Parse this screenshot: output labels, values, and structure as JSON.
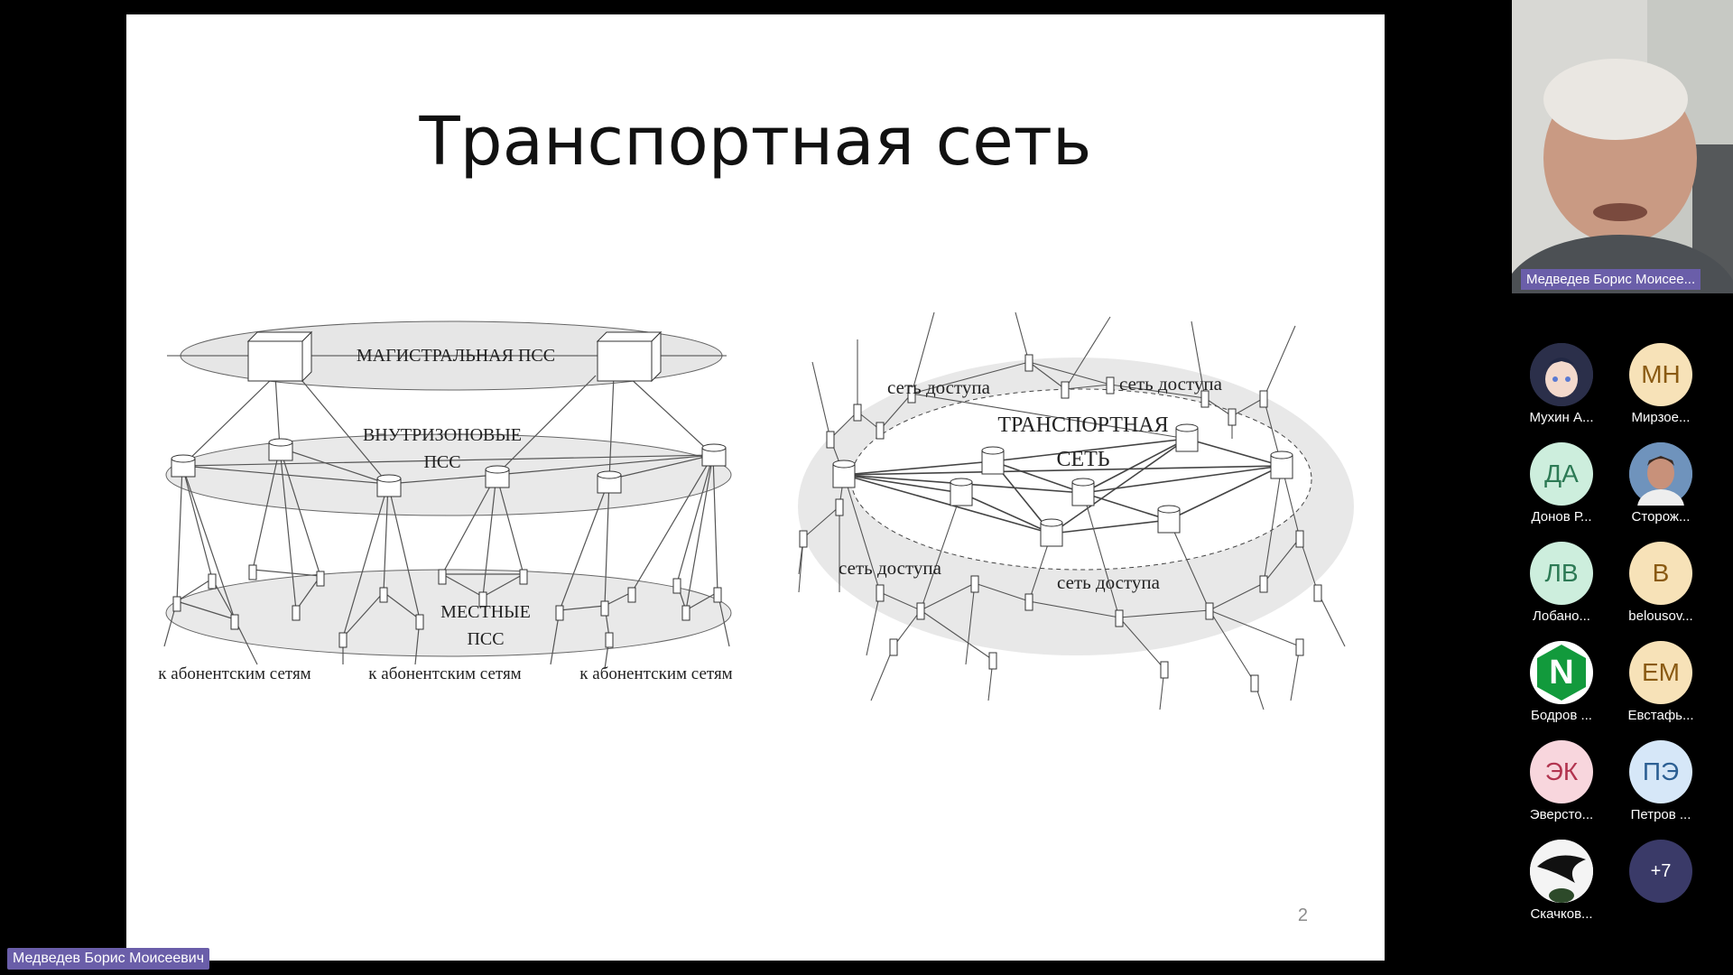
{
  "slide": {
    "title": "Транспортная сеть",
    "page_number": "2",
    "left_diagram": {
      "top_label": "МАГИСТРАЛЬНАЯ ПСС",
      "middle_label_1": "ВНУТРИЗОНОВЫЕ",
      "middle_label_2": "ПСС",
      "bottom_label_1": "МЕСТНЫЕ",
      "bottom_label_2": "ПСС",
      "subscriber_label": "к абонентским сетям"
    },
    "right_diagram": {
      "center_label_1": "ТРАНСПОРТНАЯ",
      "center_label_2": "СЕТЬ",
      "access_label": "сеть доступа"
    }
  },
  "presenter_name": "Медведев Борис Моисеевич",
  "video": {
    "name": "Медведев Борис Моисее..."
  },
  "participants": [
    {
      "initials": "",
      "name": "Мухин А...",
      "icon": "anime-avatar-icon",
      "bg": "#2b2f4a",
      "fg": "#ffffff"
    },
    {
      "initials": "МН",
      "name": "Мирзое...",
      "icon": "",
      "bg": "#f7e2b8",
      "fg": "#8a5a12"
    },
    {
      "initials": "ДА",
      "name": "Донов Р...",
      "icon": "",
      "bg": "#cdeedd",
      "fg": "#2d7a55"
    },
    {
      "initials": "",
      "name": "Сторож...",
      "icon": "photo-avatar-icon",
      "bg": "#5a7fa8",
      "fg": "#ffffff"
    },
    {
      "initials": "ЛВ",
      "name": "Лобано...",
      "icon": "",
      "bg": "#cdeedd",
      "fg": "#2d7a55"
    },
    {
      "initials": "В",
      "name": "belousov...",
      "icon": "",
      "bg": "#f7e2b8",
      "fg": "#8a5a12"
    },
    {
      "initials": "N",
      "name": "Бодров ...",
      "icon": "nginx-logo-icon",
      "bg": "#ffffff",
      "fg": "#129a3c"
    },
    {
      "initials": "ЕМ",
      "name": "Евстафь...",
      "icon": "",
      "bg": "#f7e2b8",
      "fg": "#8a5a12"
    },
    {
      "initials": "ЭК",
      "name": "Эверсто...",
      "icon": "",
      "bg": "#f8d6dd",
      "fg": "#b2344f"
    },
    {
      "initials": "ПЭ",
      "name": "Петров ...",
      "icon": "",
      "bg": "#d6e7f8",
      "fg": "#2c5f93"
    },
    {
      "initials": "",
      "name": "Скачков...",
      "icon": "bird-avatar-icon",
      "bg": "#f0f0f0",
      "fg": "#111111"
    },
    {
      "initials": "+7",
      "name": "",
      "icon": "",
      "bg": "#3a3a68",
      "fg": "#ffffff"
    }
  ]
}
